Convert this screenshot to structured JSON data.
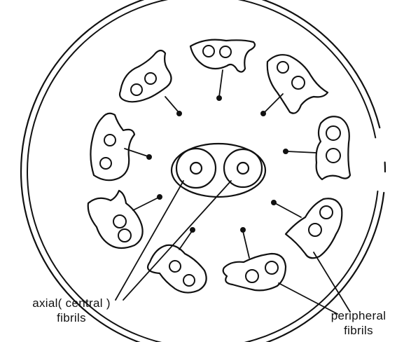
{
  "labels": {
    "axial_line1": "axial( central )",
    "axial_line2": "fibrils",
    "peripheral_line1": "peripheral",
    "peripheral_line2": "fibrils"
  },
  "colors": {
    "ink": "#111111",
    "paper": "#ffffff"
  },
  "components": {
    "central_sheath": "ellipse enclosing two circular axial fibrils",
    "peripheral_count": 9
  }
}
